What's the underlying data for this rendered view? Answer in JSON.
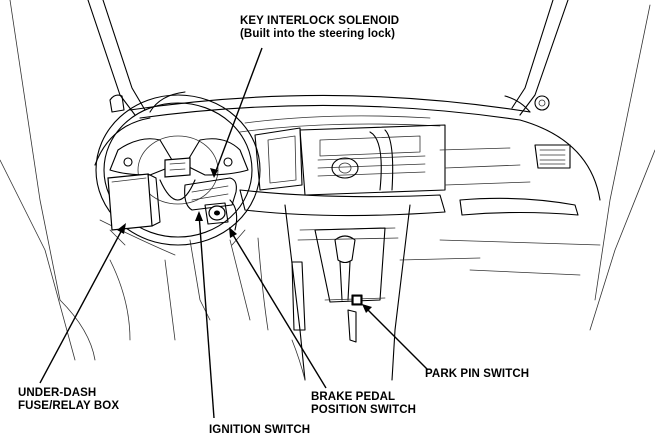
{
  "labels": {
    "key_interlock_line1": "KEY INTERLOCK SOLENOID",
    "key_interlock_line2": "(Built into the steering lock)",
    "fuse_box_line1": "UNDER-DASH",
    "fuse_box_line2": "FUSE/RELAY BOX",
    "ignition_switch": "IGNITION SWITCH",
    "brake_switch_line1": "BRAKE PEDAL",
    "brake_switch_line2": "POSITION SWITCH",
    "park_pin_switch": "PARK PIN SWITCH"
  }
}
